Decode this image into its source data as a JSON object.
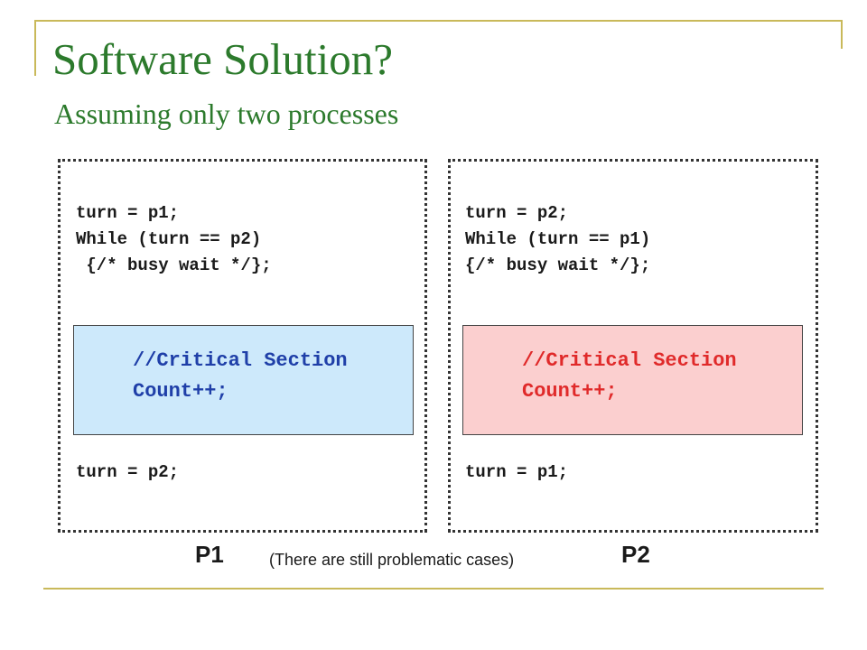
{
  "slide": {
    "title": "Software Solution?",
    "subtitle": "Assuming only two processes",
    "note": "(There are still problematic cases)"
  },
  "p1": {
    "label": "P1",
    "line1": "turn = p1;",
    "line2": "While (turn == p2)",
    "line3": " {/* busy wait */};",
    "cs_line1": "//Critical Section",
    "cs_line2": "Count++;",
    "exit_line": "turn = p2;"
  },
  "p2": {
    "label": "P2",
    "line1": "turn = p2;",
    "line2": "While (turn == p1)",
    "line3": "{/* busy wait */};",
    "cs_line1": "//Critical Section",
    "cs_line2": "Count++;",
    "exit_line": "turn = p1;"
  },
  "colors": {
    "title": "#2c7a2c",
    "frame": "#c9b95a",
    "cs_p1_bg": "#cde9fb",
    "cs_p1_text": "#1f3fa8",
    "cs_p2_bg": "#fbcfcf",
    "cs_p2_text": "#e02a2a"
  }
}
